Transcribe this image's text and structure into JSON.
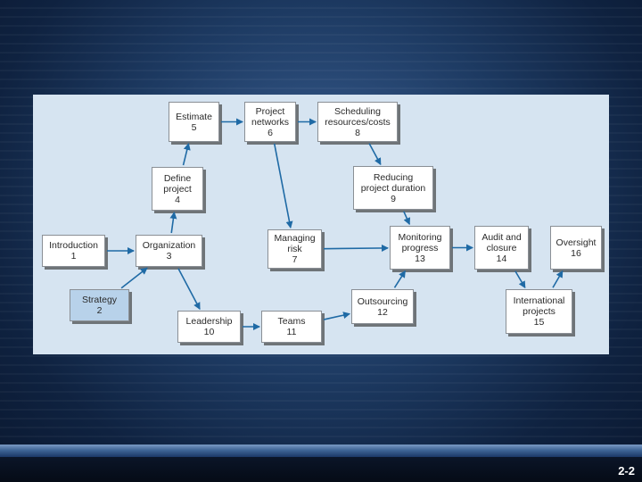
{
  "slide": {
    "page_number": "2-2"
  },
  "diagram": {
    "nodes": [
      {
        "id": "introduction",
        "lines": [
          "Introduction",
          "1"
        ]
      },
      {
        "id": "strategy",
        "lines": [
          "Strategy",
          "2"
        ],
        "highlight": true
      },
      {
        "id": "organization",
        "lines": [
          "Organization",
          "3"
        ]
      },
      {
        "id": "define-project",
        "lines": [
          "Define",
          "project",
          "4"
        ]
      },
      {
        "id": "estimate",
        "lines": [
          "Estimate",
          "5"
        ]
      },
      {
        "id": "project-networks",
        "lines": [
          "Project",
          "networks",
          "6"
        ]
      },
      {
        "id": "managing-risk",
        "lines": [
          "Managing",
          "risk",
          "7"
        ]
      },
      {
        "id": "scheduling",
        "lines": [
          "Scheduling",
          "resources/costs",
          "8"
        ]
      },
      {
        "id": "reducing-duration",
        "lines": [
          "Reducing",
          "project duration",
          "9"
        ]
      },
      {
        "id": "leadership",
        "lines": [
          "Leadership",
          "10"
        ]
      },
      {
        "id": "teams",
        "lines": [
          "Teams",
          "11"
        ]
      },
      {
        "id": "outsourcing",
        "lines": [
          "Outsourcing",
          "12"
        ]
      },
      {
        "id": "monitoring-progress",
        "lines": [
          "Monitoring",
          "progress",
          "13"
        ]
      },
      {
        "id": "audit-closure",
        "lines": [
          "Audit and",
          "closure",
          "14"
        ]
      },
      {
        "id": "international-projects",
        "lines": [
          "International",
          "projects",
          "15"
        ]
      },
      {
        "id": "oversight",
        "lines": [
          "Oversight",
          "16"
        ]
      }
    ],
    "edges": [
      [
        "introduction",
        "organization"
      ],
      [
        "strategy",
        "organization"
      ],
      [
        "organization",
        "define-project"
      ],
      [
        "define-project",
        "estimate"
      ],
      [
        "estimate",
        "project-networks"
      ],
      [
        "project-networks",
        "scheduling"
      ],
      [
        "project-networks",
        "managing-risk"
      ],
      [
        "scheduling",
        "reducing-duration"
      ],
      [
        "reducing-duration",
        "monitoring-progress"
      ],
      [
        "managing-risk",
        "monitoring-progress"
      ],
      [
        "organization",
        "leadership"
      ],
      [
        "leadership",
        "teams"
      ],
      [
        "teams",
        "outsourcing"
      ],
      [
        "outsourcing",
        "monitoring-progress"
      ],
      [
        "monitoring-progress",
        "audit-closure"
      ],
      [
        "audit-closure",
        "international-projects"
      ],
      [
        "international-projects",
        "oversight"
      ]
    ],
    "colors": {
      "arrow": "#1f6aa5",
      "node_highlight": "#b8d2ea"
    }
  }
}
